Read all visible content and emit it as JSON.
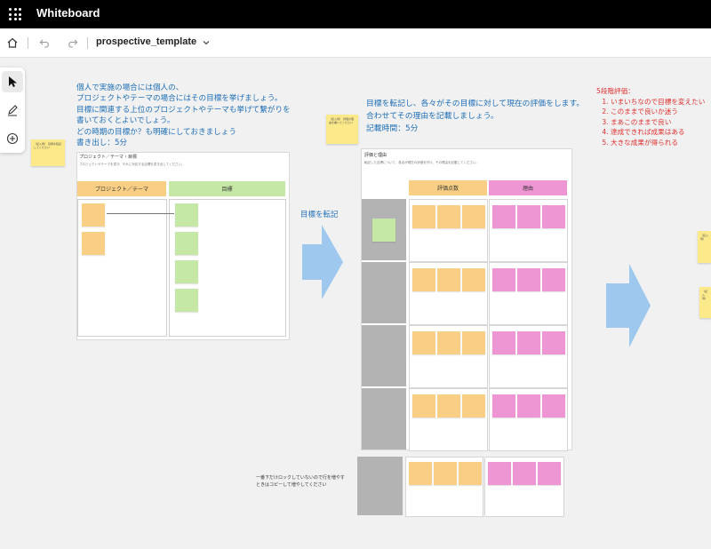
{
  "app": {
    "title": "Whiteboard"
  },
  "toolbar": {
    "file_name": "prospective_template"
  },
  "tools": [
    "select-tool",
    "pen-tool",
    "add-tool"
  ],
  "notes": {
    "left_instruction": "個人で実施の場合には個人の、\nプロジェクトやテーマの場合にはその目標を挙げましょう。\n目標に関連する上位のプロジェクトやテーマも挙げて繋がりを\n書いておくとよいでしょう。\nどの時期の目標か？も明確にしておきましょう\n書き出し：5分",
    "mid_instruction": "目標を転記し、各々がその目標に対して現在の評価をします。\n合わせてその理由を記載しましょう。\n記載時間：5分",
    "arrow_label": "目標を転記",
    "rating_title": "5段階評価：",
    "rating_items": [
      "いまいちなので目標を変えたい",
      "このままで良いか迷う",
      "まあこのままで良い",
      "達成できれば成果はある",
      "大きな成果が得られる"
    ],
    "bottom_note": "一番下だけロックしていないので行を増やす\nときはコピーして増やしてください"
  },
  "panel1": {
    "title": "プロジェクト／テーマ・目標",
    "subtitle": "プロジェクトやテーマを書き、それに対応する目標を書き出してください。",
    "col_project": "プロジェクト／テーマ",
    "col_goal": "目標"
  },
  "panel2": {
    "title": "評価と理由",
    "subtitle": "転記した目標について、各自が現在の評価を付け、その理由を記載してください。",
    "col_rating": "評価点数",
    "col_reason": "理由"
  },
  "stickies": {
    "s1": "（記入例）\n目標を転記してください",
    "s2": "（記入例）\n評価の理由を書いてください",
    "s3": "（記入例）",
    "s4": "（記入例）"
  },
  "colors": {
    "orange": "#f9cf86",
    "green": "#c6e8a6",
    "pink": "#ee96d3",
    "yellow": "#fbe98a",
    "arrow": "#9ec8ee",
    "blue_text": "#1f6fb8",
    "red_text": "#e03030"
  }
}
